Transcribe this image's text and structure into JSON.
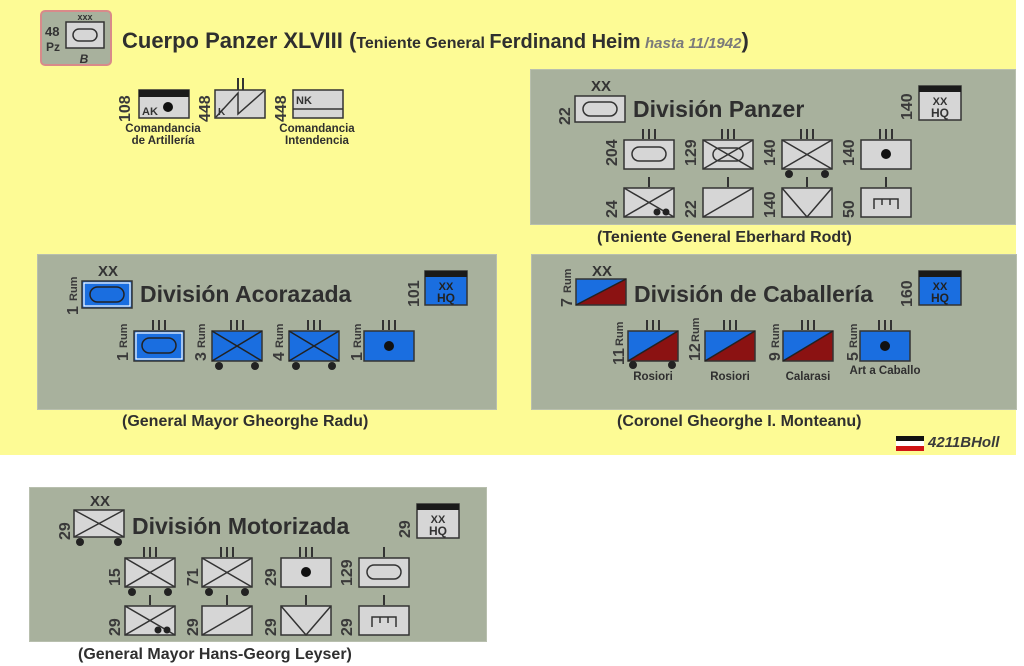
{
  "colors": {
    "background_yellow": "#fdfb95",
    "panel_green": "#a8b19d",
    "counter_grey": "#d6d6d6",
    "romanian_blue": "#1a6ee0",
    "cavalry_red": "#8b1212"
  },
  "corps": {
    "badge_number": "48",
    "badge_pz": "Pz",
    "badge_size": "xxx",
    "badge_letter": "B",
    "title_main": "Cuerpo Panzer XLVIII (",
    "title_rank": "Teniente General ",
    "title_name": "Ferdinand Heim",
    "title_until": "hasta 11/1942",
    "title_close": ")"
  },
  "corps_units": {
    "artillery_num": "108",
    "artillery_code": "AK",
    "artillery_label_1": "Comandancia",
    "artillery_label_2": "de Artillería",
    "signals_num": "448",
    "signals_code": "K",
    "supply_num": "448",
    "supply_code": "NK",
    "supply_label_1": "Comandancia",
    "supply_label_2": "Intendencia"
  },
  "panzer": {
    "title": "División Panzer",
    "div_num": "22",
    "div_size": "XX",
    "hq_num": "140",
    "hq_text": "HQ",
    "hq_size": "XX",
    "commander": "(Teniente General Eberhard Rodt)",
    "units": [
      "204",
      "129",
      "140",
      "140",
      "24",
      "22",
      "140",
      "50"
    ]
  },
  "acorazada": {
    "title": "División Acorazada",
    "div_num": "1",
    "div_sub": "Rum",
    "div_size": "XX",
    "hq_num": "101",
    "hq_text": "HQ",
    "hq_size": "XX",
    "commander": "(General Mayor Gheorghe Radu)",
    "units": [
      "1",
      "3",
      "4",
      "1"
    ],
    "unit_sub": "Rum"
  },
  "caballeria": {
    "title": "División de Caballería",
    "div_num": "7",
    "div_sub": "Rum",
    "div_size": "XX",
    "hq_num": "160",
    "hq_text": "HQ",
    "hq_size": "XX",
    "commander": "(Coronel Gheorghe I. Monteanu)",
    "units": [
      "11",
      "12",
      "9",
      "5"
    ],
    "unit_sub": "Rum",
    "unit_names": [
      "Rosiori",
      "Rosiori",
      "Calarasi",
      "Art a Caballo"
    ]
  },
  "motorizada": {
    "title": "División Motorizada",
    "div_num": "29",
    "div_size": "XX",
    "hq_num": "29",
    "hq_text": "HQ",
    "hq_size": "XX",
    "commander": "(General Mayor Hans-Georg Leyser)",
    "units": [
      "15",
      "71",
      "29",
      "129",
      "29",
      "29",
      "29",
      "29"
    ]
  },
  "credit": "4211BHoll"
}
